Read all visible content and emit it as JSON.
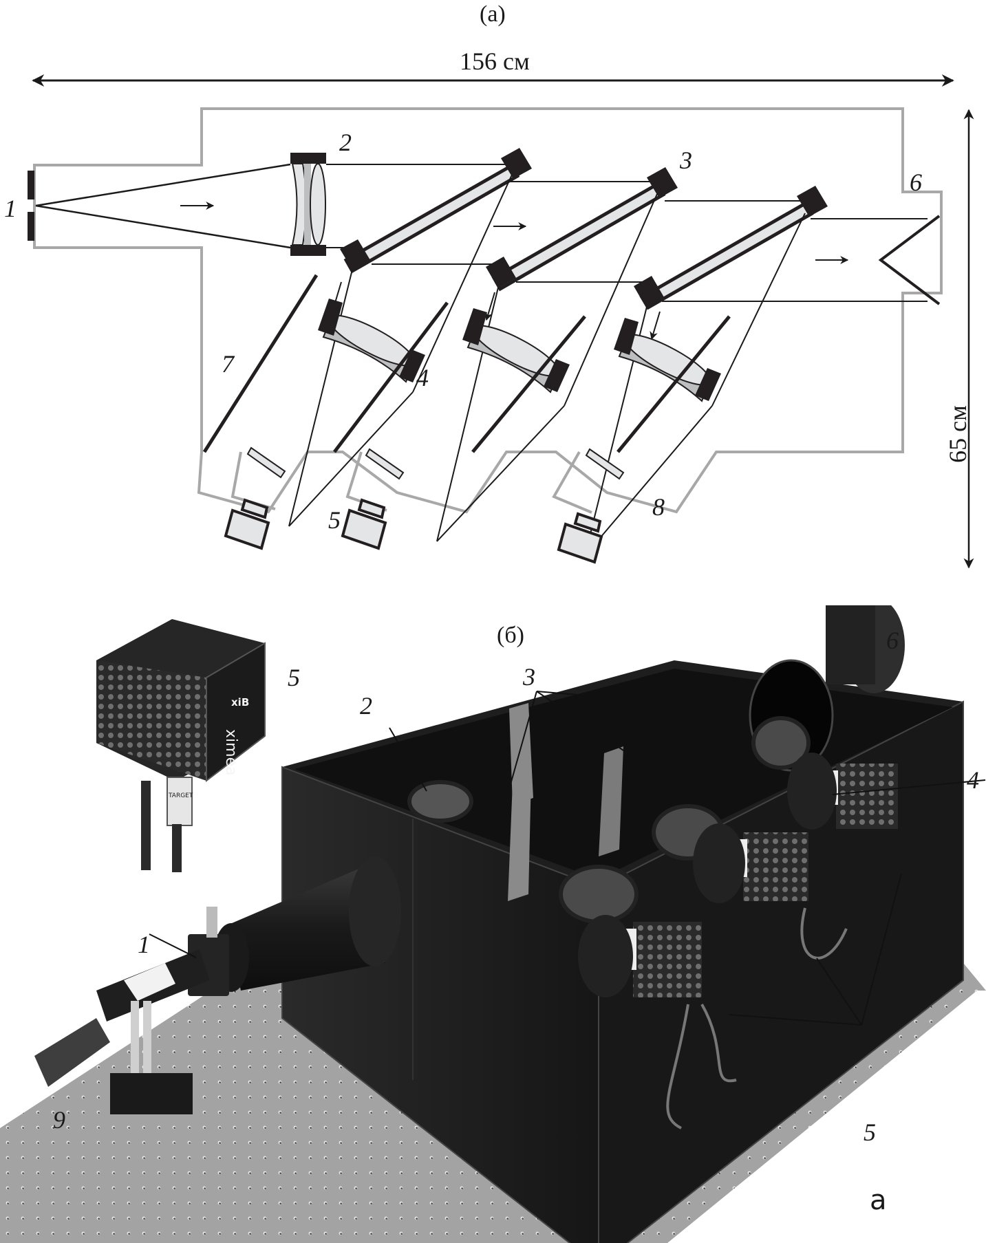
{
  "figure": {
    "panel_a": {
      "label": "(a)",
      "width_dimension": "156 см",
      "height_dimension": "65 см",
      "callouts": [
        "1",
        "2",
        "3",
        "4",
        "5",
        "6",
        "7",
        "8"
      ]
    },
    "panel_b": {
      "label": "(б)",
      "callouts": [
        "1",
        "2",
        "3",
        "4",
        "5",
        "5",
        "6",
        "9"
      ],
      "corner_letter": "a",
      "camera_brand": "ximea",
      "camera_model": "xiB",
      "camera_tag": "TARGET"
    }
  },
  "colors": {
    "housing_outline": "#a8a8a8",
    "mount_black": "#231f20",
    "glass_light": "#e4e5e6",
    "glass_mid": "#bdbebf",
    "photo_dark": "#1c1c1c",
    "table_gray": "#9a9a9a"
  }
}
